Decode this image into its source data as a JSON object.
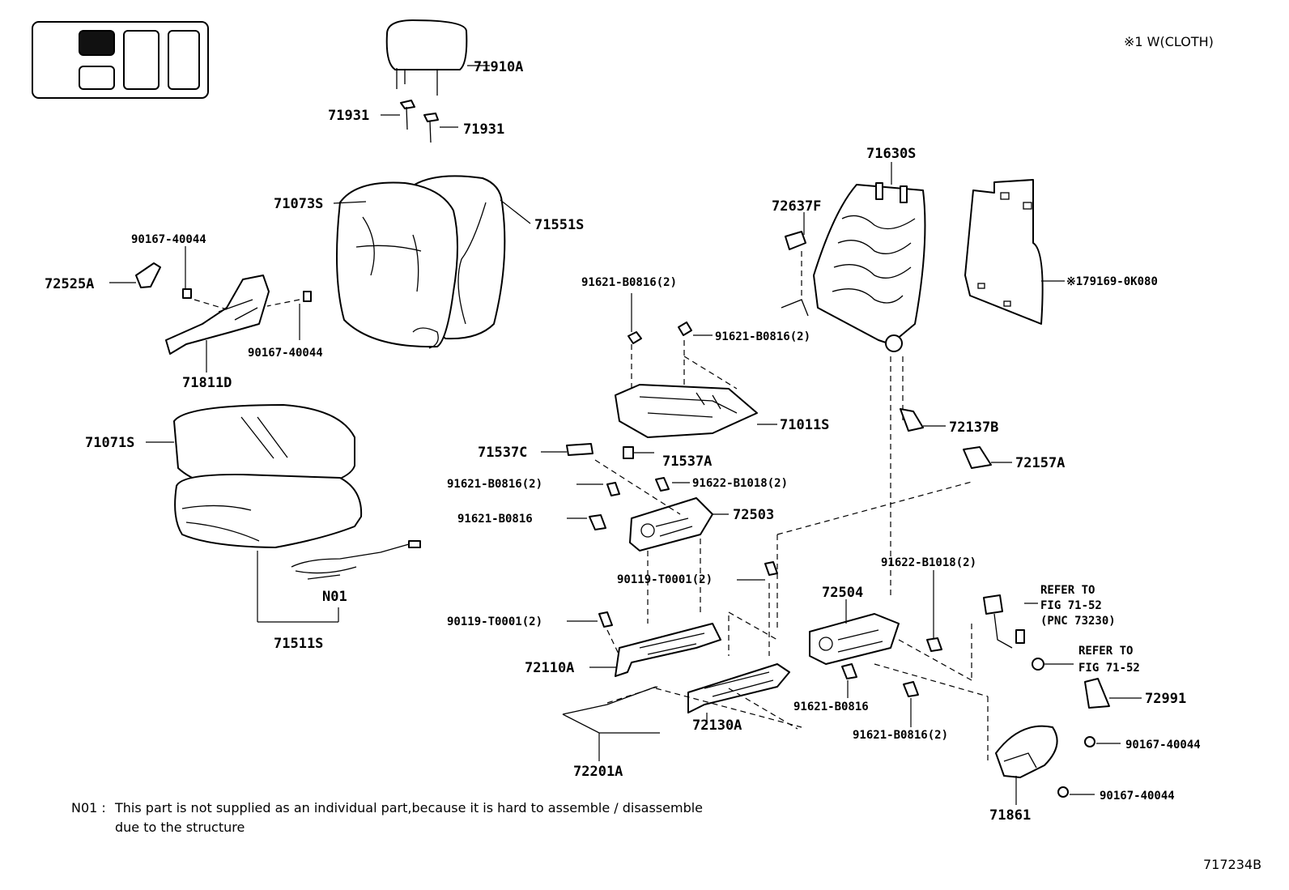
{
  "header": {
    "note_top_right": "※1 W(CLOTH)",
    "figure_code": "717234B"
  },
  "labels": {
    "headrest": "71910A",
    "headrest_guide_left": "71931",
    "headrest_guide_right": "71931",
    "seatback_cover": "71073S",
    "seatback_pad": "71551S",
    "screw_top": "90167-40044",
    "screw_bottom": "90167-40044",
    "cover_small": "72525A",
    "shield": "71811D",
    "cushion_cover": "71071S",
    "cushion_assy": "71511S",
    "harness": "N01",
    "frame_back": "71630S",
    "spring_hook": "72637F",
    "pad_sheet": "※179169-0K080",
    "bolt_a": "91621-B0816(2)",
    "bolt_b": "91621-B0816(2)",
    "cushion_frame": "71011S",
    "part_72137b": "72137B",
    "part_72157a": "72157A",
    "part_71537c": "71537C",
    "part_71537a": "71537A",
    "bolt_c": "91621-B0816(2)",
    "bolt_d": "91622-B1018(2)",
    "bolt_e": "91621-B0816",
    "adjuster_inner": "72503",
    "bolt_f": "90119-T0001(2)",
    "bolt_g": "91622-B1018(2)",
    "adjuster_outer": "72504",
    "bolt_h": "90119-T0001(2)",
    "track_left": "72110A",
    "track_right": "72130A",
    "bolt_i": "91621-B0816",
    "bolt_j": "91621-B0816(2)",
    "wire": "72201A",
    "refer1_line1": "REFER TO",
    "refer1_line2": "FIG 71-52",
    "refer1_line3": "(PNC 73230)",
    "refer2_line1": "REFER TO",
    "refer2_line2": "FIG 71-52",
    "part_72991": "72991",
    "screw_c": "90167-40044",
    "screw_d": "90167-40044",
    "cover_side": "71861"
  },
  "footnote": {
    "key": "N01 :",
    "line1": "This part is not supplied as an individual part,because it is hard to assemble / disassemble",
    "line2": "due to the structure"
  }
}
